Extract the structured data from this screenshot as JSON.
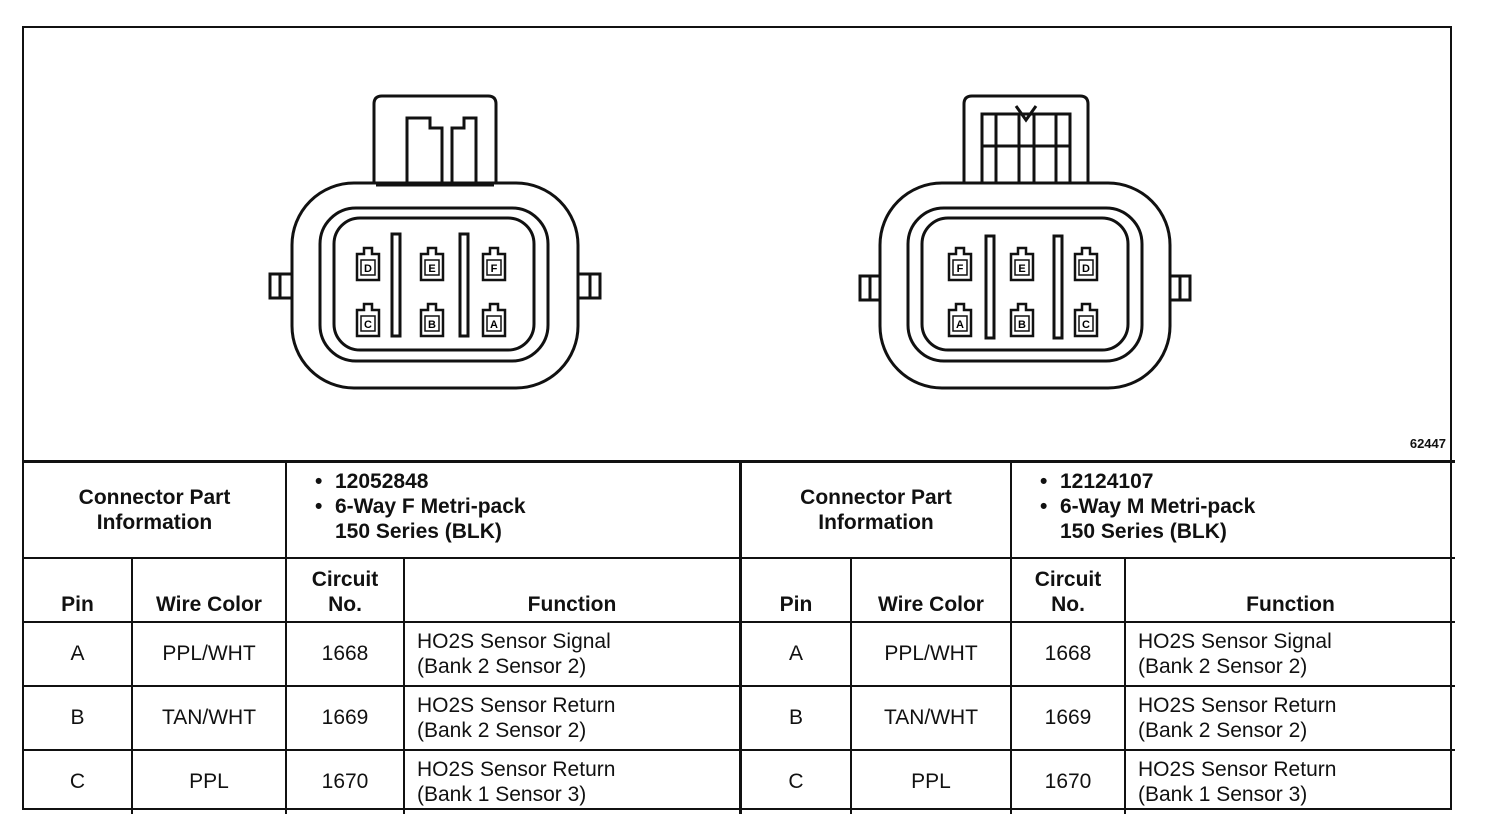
{
  "figure_id": "62447",
  "connectors": [
    {
      "side": "left",
      "header_label": "Connector Part Information",
      "info_lines": [
        {
          "bullet": "•",
          "text": "12052848"
        },
        {
          "bullet": "•",
          "text": "6-Way F Metri-pack"
        },
        {
          "bullet": "",
          "text": "150 Series (BLK)"
        }
      ],
      "pins_top": [
        "D",
        "E",
        "F"
      ],
      "pins_bottom": [
        "C",
        "B",
        "A"
      ]
    },
    {
      "side": "right",
      "header_label": "Connector Part Information",
      "info_lines": [
        {
          "bullet": "•",
          "text": "12124107"
        },
        {
          "bullet": "•",
          "text": "6-Way M Metri-pack"
        },
        {
          "bullet": "",
          "text": "150 Series (BLK)"
        }
      ],
      "pins_top": [
        "F",
        "E",
        "D"
      ],
      "pins_bottom": [
        "A",
        "B",
        "C"
      ]
    }
  ],
  "columns": {
    "pin": "Pin",
    "wire_color": "Wire Color",
    "circuit_line1": "Circuit",
    "circuit_line2": "No.",
    "function": "Function"
  },
  "rows": [
    {
      "pin": "A",
      "wire_color": "PPL/WHT",
      "circuit": "1668",
      "function_line1": "HO2S Sensor Signal",
      "function_line2": "(Bank 2 Sensor 2)"
    },
    {
      "pin": "B",
      "wire_color": "TAN/WHT",
      "circuit": "1669",
      "function_line1": "HO2S Sensor Return",
      "function_line2": "(Bank 2 Sensor 2)"
    },
    {
      "pin": "C",
      "wire_color": "PPL",
      "circuit": "1670",
      "function_line1": "HO2S Sensor Return",
      "function_line2": "(Bank 1 Sensor 3)"
    }
  ]
}
